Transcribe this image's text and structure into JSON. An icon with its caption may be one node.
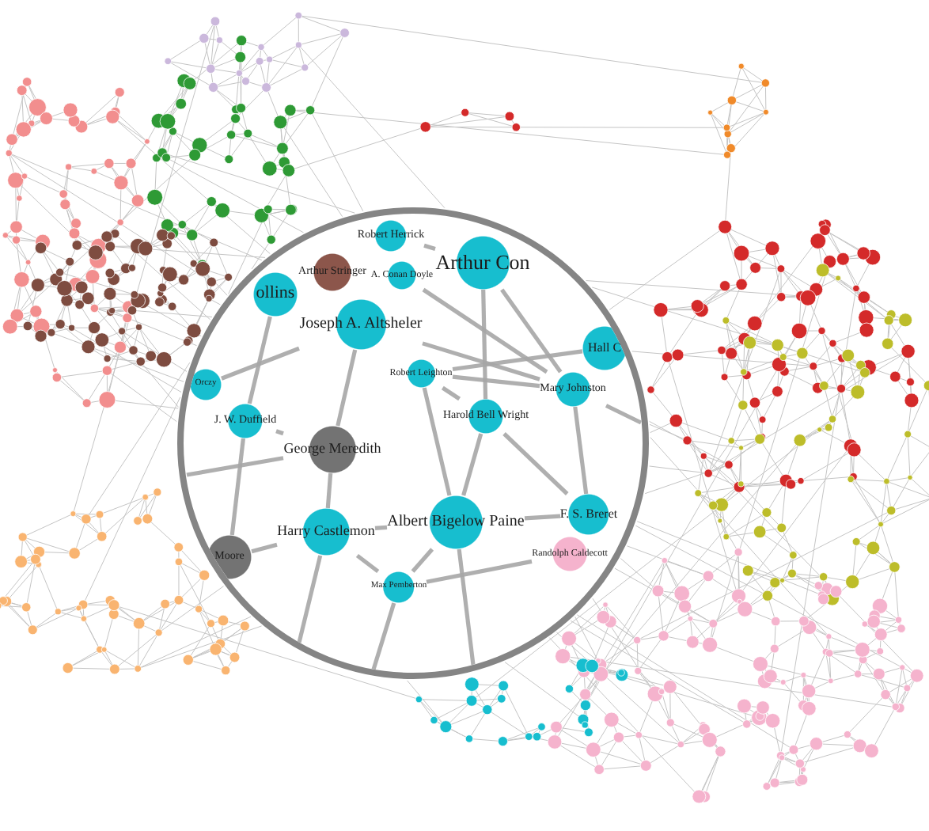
{
  "diagram": {
    "nodes": [
      {
        "text": [],
        "shape": "circle"
      },
      {
        "text": [
          "Arthur Con"
        ],
        "in": 0
      },
      {
        "text": [
          "Robert Herrick"
        ],
        "in": 0
      },
      {
        "text": [
          "A. Conan Doyle"
        ],
        "in": 0
      },
      {
        "text": [
          "ollins"
        ],
        "in": 0
      },
      {
        "text": [
          "Arthur Stringer"
        ],
        "in": 0
      },
      {
        "text": [
          "Joseph A. Altsheler"
        ],
        "in": 0
      },
      {
        "text": [
          "Robert Leighton"
        ],
        "in": 0
      },
      {
        "text": [
          "Hall C"
        ],
        "in": 0
      },
      {
        "text": [
          "Mary Johnston"
        ],
        "in": 0
      },
      {
        "text": [
          "Harold Bell Wright"
        ],
        "in": 0
      },
      {
        "text": [
          "Orczy"
        ],
        "in": 0
      },
      {
        "text": [
          "J. W. Duffield"
        ],
        "in": 0
      },
      {
        "text": [
          "George Meredith"
        ],
        "in": 0
      },
      {
        "text": [
          "Harry Castlemon"
        ],
        "in": 0
      },
      {
        "text": [
          "Albert Bigelow Paine"
        ],
        "in": 0
      },
      {
        "text": [
          "Randolph Caldecott"
        ],
        "in": 0
      },
      {
        "text": [
          "F. S. Breret"
        ],
        "in": 0
      },
      {
        "text": [
          "Moore"
        ],
        "in": 0
      },
      {
        "text": [
          "Max Pemberton"
        ],
        "in": 0
      }
    ],
    "edges": [
      {
        "from": 6,
        "to": 9,
        "arrow": "none"
      },
      {
        "from": 6,
        "to": 13,
        "arrow": "none"
      },
      {
        "from": 7,
        "to": 9,
        "arrow": "none"
      },
      {
        "from": 7,
        "to": 10,
        "arrow": "none"
      },
      {
        "from": 7,
        "to": 15,
        "arrow": "none"
      },
      {
        "from": 10,
        "to": 17,
        "arrow": "none"
      },
      {
        "from": 10,
        "to": 15,
        "arrow": "none"
      },
      {
        "from": 13,
        "to": 14,
        "arrow": "none"
      },
      {
        "from": 14,
        "to": 15,
        "arrow": "none"
      },
      {
        "from": 14,
        "to": 19,
        "arrow": "none"
      },
      {
        "from": 15,
        "to": 17,
        "arrow": "none"
      },
      {
        "from": 15,
        "to": 19,
        "arrow": "none"
      },
      {
        "from": 12,
        "to": 13,
        "arrow": "none"
      },
      {
        "from": 12,
        "to": 18,
        "arrow": "none"
      },
      {
        "from": 18,
        "to": 14,
        "arrow": "none"
      },
      {
        "from": 1,
        "to": 9,
        "arrow": "none"
      },
      {
        "from": 1,
        "to": 10,
        "arrow": "none"
      },
      {
        "from": 3,
        "to": 9,
        "arrow": "none"
      },
      {
        "from": 2,
        "to": 1,
        "arrow": "none"
      },
      {
        "from": 4,
        "to": 12,
        "arrow": "none"
      },
      {
        "from": 9,
        "to": 17,
        "arrow": "none"
      },
      {
        "from": 19,
        "to": 16,
        "arrow": "none"
      },
      {
        "from": 8,
        "to": 7,
        "arrow": "none"
      },
      {
        "from": 11,
        "to": 6,
        "arrow": "none"
      },
      {
        "from": 13,
        "to": null,
        "arrow": "none"
      },
      {
        "from": 19,
        "to": null,
        "arrow": "none"
      },
      {
        "from": 14,
        "to": null,
        "arrow": "none"
      },
      {
        "from": 9,
        "to": null,
        "arrow": "none"
      },
      {
        "from": 15,
        "to": null,
        "arrow": "none"
      }
    ]
  }
}
